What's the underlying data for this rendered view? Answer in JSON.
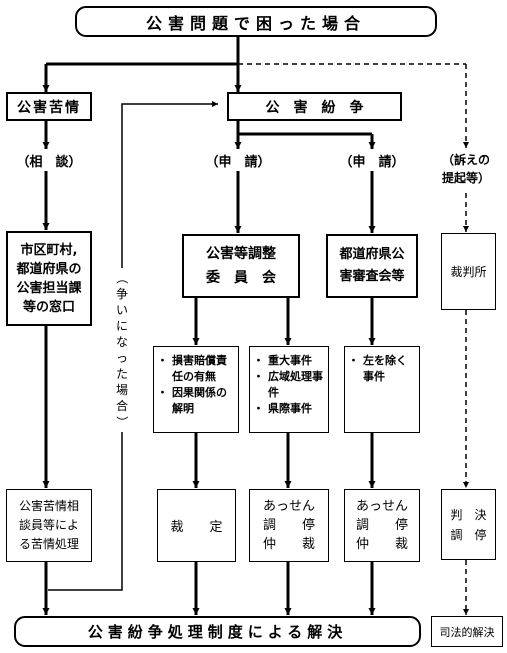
{
  "title": "公害問題で困った場合",
  "resolution": "公害紛争処理制度による解決",
  "judicial_result": "司法的解決",
  "complaint": {
    "header": "公害苦情",
    "step": "（相　談）",
    "office": [
      "市区町村,",
      "都道府県の",
      "公害担当課",
      "等の窓口"
    ],
    "outcome": [
      "公害苦情相",
      "談員等によ",
      "る苦情処理"
    ]
  },
  "dispute": {
    "header": "公　害　紛　争",
    "side_note": [
      "（",
      "争",
      "い",
      "に",
      "な",
      "っ",
      "た",
      "場",
      "合",
      "）"
    ],
    "committee": {
      "step": "（申　請）",
      "name": [
        "公害等調整",
        "委　員　会"
      ],
      "left_items": [
        "損害賠償責任の有無",
        "因果関係の解明"
      ],
      "right_items": [
        "重大事件",
        "広域処理事件",
        "県際事件"
      ],
      "left_outcome": "裁　　定",
      "right_outcome": [
        "あっせん",
        "調　　停",
        "仲　　裁"
      ]
    },
    "prefecture": {
      "step": "（申　請）",
      "name": [
        "都道府県公",
        "害審査会等"
      ],
      "items": [
        "左を除く事件"
      ],
      "outcome": [
        "あっせん",
        "調　　停",
        "仲　　裁"
      ]
    }
  },
  "court": {
    "step": [
      "（訴えの",
      "提起等）"
    ],
    "name": "裁判所",
    "outcome": [
      "判　決",
      "調　停"
    ]
  }
}
